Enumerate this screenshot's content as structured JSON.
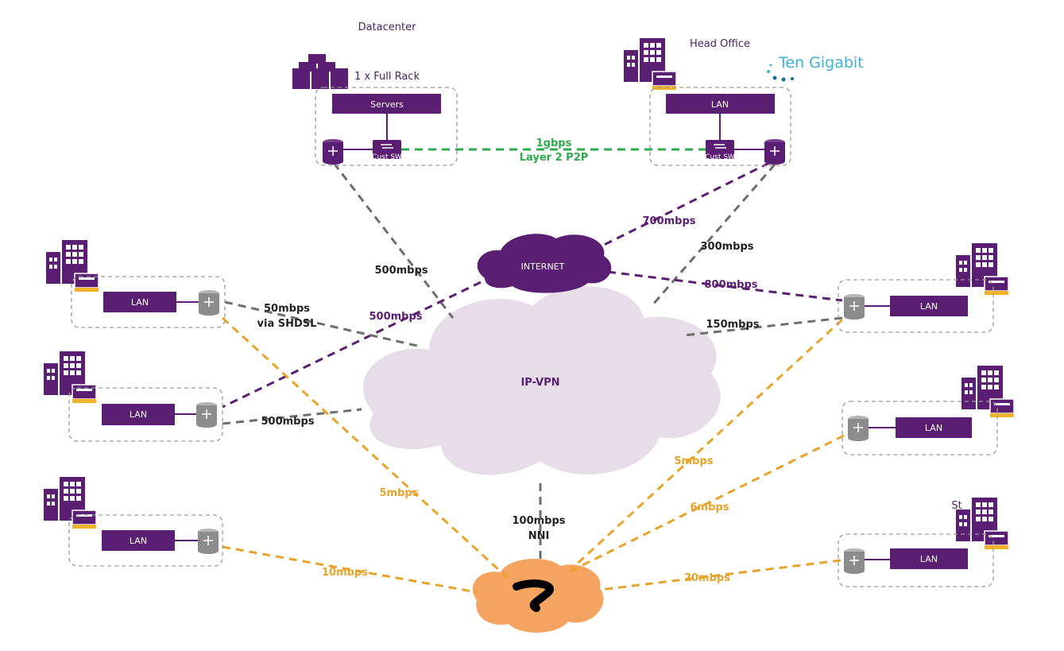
{
  "datacenter": {
    "title": "Datacenter",
    "rack_label": "1 x Full Rack",
    "servers_label": "Servers",
    "switch_label": "Cust SW"
  },
  "head_office": {
    "title": "Head Office",
    "lan_label": "LAN",
    "switch_label": "Cust SW",
    "logo_text": "Ten Gigabit"
  },
  "p2p": {
    "speed": "1gbps",
    "type": "Layer 2 P2P"
  },
  "clouds": {
    "internet": "INTERNET",
    "ipvpn": "IP-VPN"
  },
  "sites_left": [
    {
      "lan_label": "LAN"
    },
    {
      "lan_label": "LAN"
    },
    {
      "lan_label": "LAN"
    }
  ],
  "sites_right": [
    {
      "lan_label": "LAN",
      "name": ""
    },
    {
      "lan_label": "LAN",
      "name": ""
    },
    {
      "lan_label": "LAN",
      "name": "St"
    }
  ],
  "links": {
    "dc_ipvpn": "500mbps",
    "ho_ipvpn": "300mbps",
    "ho_internet": "700mbps",
    "internet_r1": "800mbps",
    "internet_l2": "500mbps",
    "l1_ipvpn_1": "50mbps",
    "l1_ipvpn_2": "via SHDSL",
    "l2_ipvpn": "500mbps",
    "r1_ipvpn": "150mbps",
    "nni_1": "100mbps",
    "nni_2": "NNI",
    "l1_orange": "5mbps",
    "l3_orange": "10mbps",
    "r1_orange": "5mbps",
    "r2_orange": "6mbps",
    "r3_orange": "20mbps"
  },
  "colors": {
    "purple": "#5a1e72",
    "grey": "#6e6e6e",
    "green": "#2fa94e",
    "orange": "#e8a32a",
    "ipvpn_cloud": "#e6dde8",
    "orange_cloud": "#f4a460"
  }
}
